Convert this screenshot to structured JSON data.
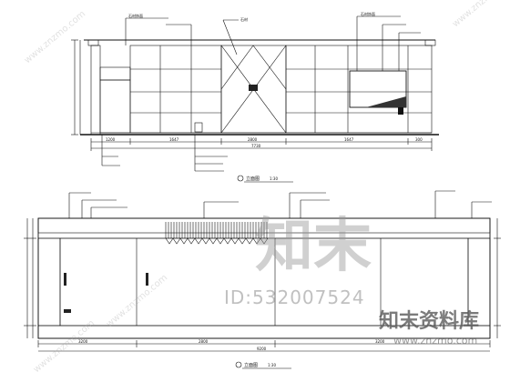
{
  "watermark": {
    "big_text": "知末",
    "id_text": "ID:532007524",
    "brand": "知末资料库",
    "url": "www.znzmo.com",
    "diag_text": "www.znzmo.com"
  },
  "colors": {
    "ink": "#111111",
    "watermark": "#969696"
  },
  "elevation_top": {
    "title": "立面图",
    "scale": "1:30",
    "dims_bottom": [
      "1200",
      "1647",
      "2800",
      "1647",
      "300"
    ],
    "total": "7730",
    "callouts_top": [
      "石材饰面",
      "石材",
      "石材饰面"
    ]
  },
  "elevation_bottom": {
    "title": "立面图",
    "scale": "1:30",
    "dims_bottom": [
      "3200",
      "2800",
      "3200"
    ],
    "total": "9200"
  }
}
